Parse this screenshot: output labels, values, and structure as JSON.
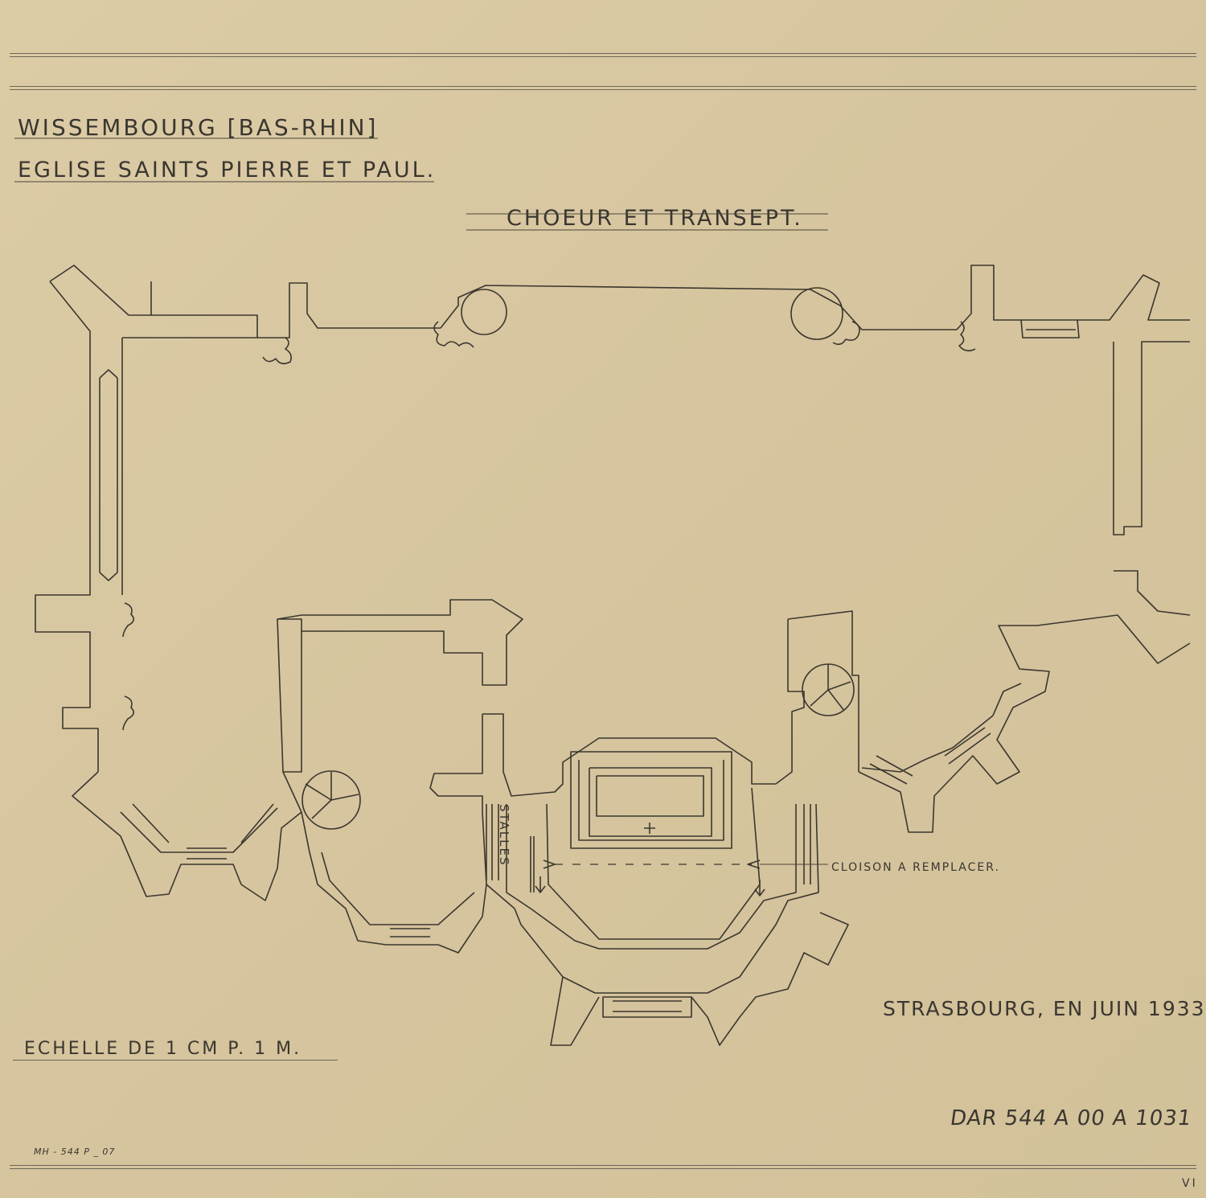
{
  "drawing": {
    "location": "WISSEMBOURG [BAS-RHIN]",
    "building": "EGLISE SAINTS PIERRE ET PAUL.",
    "subject": "CHOEUR ET TRANSEPT."
  },
  "annotations": {
    "stalles": "STALLES",
    "cloison": "CLOISON A REMPLACER."
  },
  "footer": {
    "place_date": "STRASBOURG, EN JUIN 1933",
    "scale": "ECHELLE DE 1 CM P. 1 M.",
    "archive_ref": "DAR 544 A 00 A 1031",
    "catalogue_ref": "MH - 544 P _ 07",
    "corner_mark": "VI"
  }
}
